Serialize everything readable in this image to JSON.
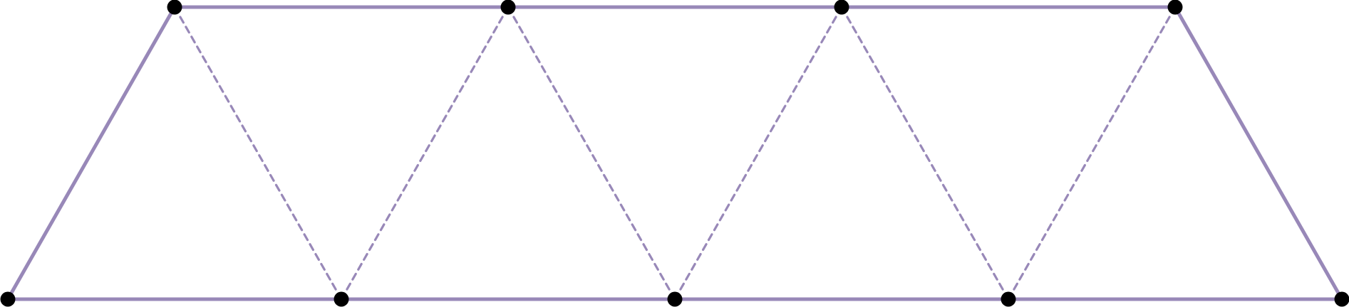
{
  "diagram": {
    "colors": {
      "edge": "#9888b8",
      "node": "#000000",
      "background": "#ffffff"
    },
    "nodes": [
      {
        "id": "b0",
        "row": "bottom"
      },
      {
        "id": "b1",
        "row": "bottom"
      },
      {
        "id": "b2",
        "row": "bottom"
      },
      {
        "id": "b3",
        "row": "bottom"
      },
      {
        "id": "b4",
        "row": "bottom"
      },
      {
        "id": "t0",
        "row": "top"
      },
      {
        "id": "t1",
        "row": "top"
      },
      {
        "id": "t2",
        "row": "top"
      },
      {
        "id": "t3",
        "row": "top"
      }
    ],
    "edges": [
      {
        "from": "b0",
        "to": "b1",
        "style": "solid"
      },
      {
        "from": "b1",
        "to": "b2",
        "style": "solid"
      },
      {
        "from": "b2",
        "to": "b3",
        "style": "solid"
      },
      {
        "from": "b3",
        "to": "b4",
        "style": "solid"
      },
      {
        "from": "t0",
        "to": "t1",
        "style": "solid"
      },
      {
        "from": "t1",
        "to": "t2",
        "style": "solid"
      },
      {
        "from": "t2",
        "to": "t3",
        "style": "solid"
      },
      {
        "from": "b0",
        "to": "t0",
        "style": "solid"
      },
      {
        "from": "b4",
        "to": "t3",
        "style": "solid"
      },
      {
        "from": "t0",
        "to": "b1",
        "style": "dashed"
      },
      {
        "from": "b1",
        "to": "t1",
        "style": "dashed"
      },
      {
        "from": "t1",
        "to": "b2",
        "style": "dashed"
      },
      {
        "from": "b2",
        "to": "t2",
        "style": "dashed"
      },
      {
        "from": "t2",
        "to": "b3",
        "style": "dashed"
      },
      {
        "from": "b3",
        "to": "t3",
        "style": "dashed"
      }
    ]
  }
}
